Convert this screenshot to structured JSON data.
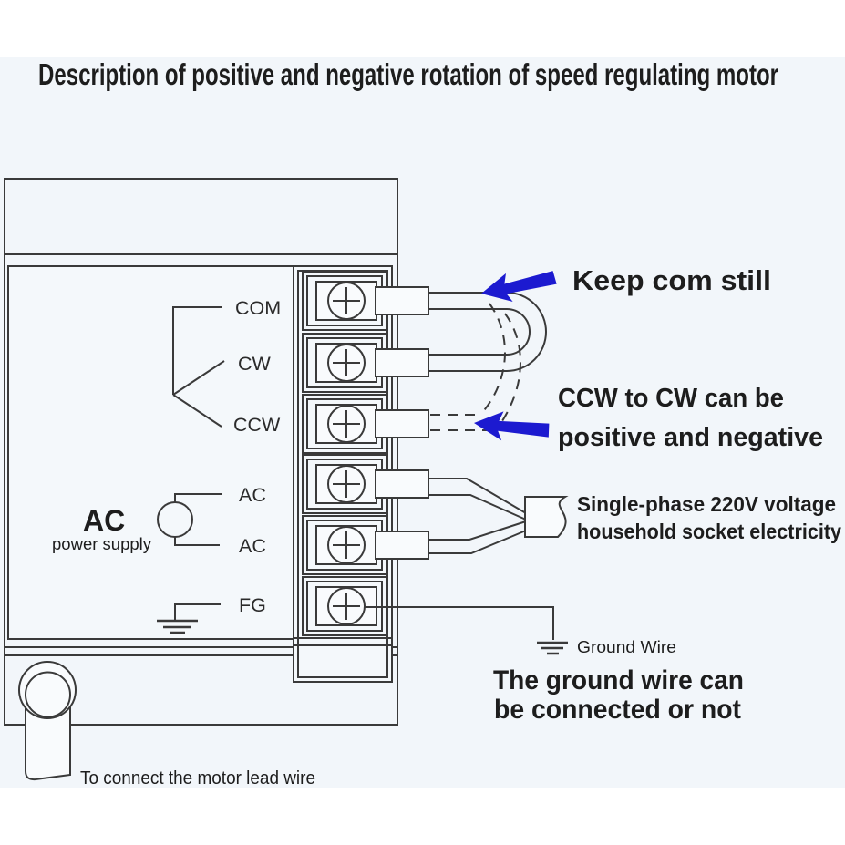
{
  "title": "Description of positive and negative rotation of speed regulating motor",
  "colors": {
    "background_tint": "#f2f6fa",
    "arrow_blue": "#1c1ad0",
    "line": "#3a3a3a"
  },
  "controller": {
    "terminal_labels": [
      "COM",
      "CW",
      "CCW",
      "AC",
      "AC",
      "FG"
    ],
    "power_source": {
      "main": "AC",
      "sub": "power supply"
    }
  },
  "annotations": {
    "keep_com_still": "Keep com still",
    "reverse_line1": "CCW to CW can be",
    "reverse_line2": "positive and negative",
    "socket_line1": "Single-phase 220V voltage",
    "socket_line2": "household socket electricity",
    "ground_wire_label": "Ground Wire",
    "ground_note_line1": "The ground wire can",
    "ground_note_line2": "be connected or not",
    "motor_lead_note": "To connect the motor lead wire"
  }
}
